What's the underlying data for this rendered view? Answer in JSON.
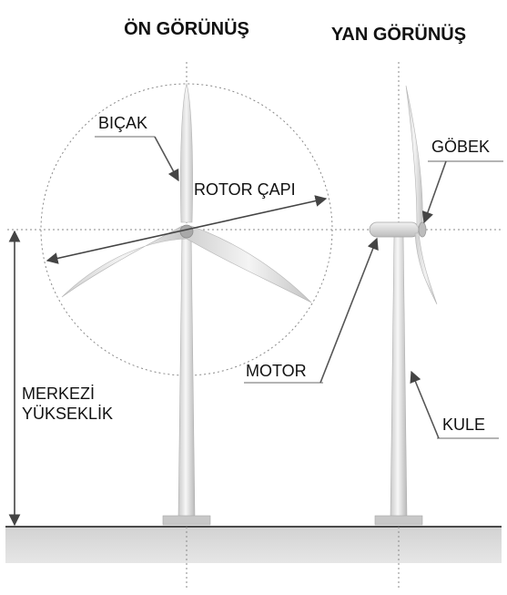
{
  "titles": {
    "front_view": "ÖN GÖRÜNÜŞ",
    "side_view": "YAN GÖRÜNÜŞ"
  },
  "labels": {
    "blade": "BIÇAK",
    "rotor_diameter": "ROTOR ÇAPI",
    "hub": "GÖBEK",
    "motor": "MOTOR",
    "hub_height_line1": "MERKEZİ",
    "hub_height_line2": "YÜKSEKLİK",
    "tower": "KULE"
  },
  "colors": {
    "ground": "#d9d9d9",
    "ground_line": "#4a4a4a",
    "tower_light": "#f2f2f2",
    "tower_dark": "#bdbdbd",
    "guide": "#8a8a8a",
    "text": "#111111"
  }
}
